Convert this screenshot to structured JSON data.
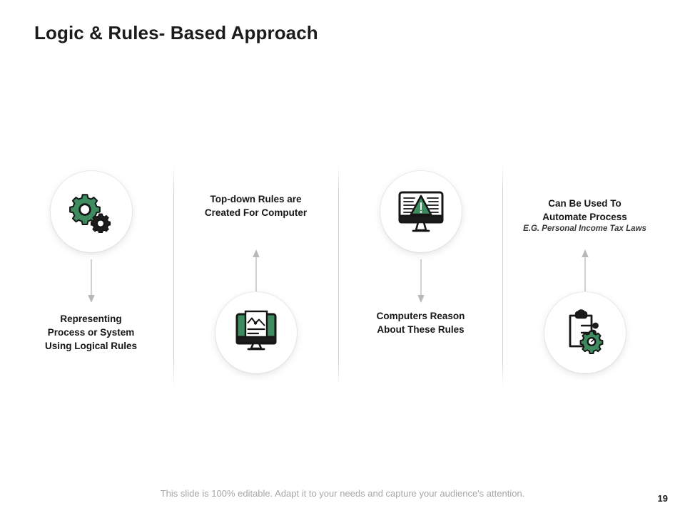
{
  "slide": {
    "title": "Logic & Rules- Based Approach",
    "page_number": "19",
    "footer_note": "This slide is 100% editable. Adapt it to your needs and capture your audience's attention.",
    "accent_color": "#3d8b5f",
    "dark_color": "#1b1b1b",
    "footer_color": "#a6a6a6"
  },
  "columns": [
    {
      "id": "col-1",
      "icon": "gears-icon",
      "icon_position": "top",
      "arrow": "arrow-down-icon",
      "caption": "Representing\nProcess or System\nUsing Logical Rules",
      "caption_line1": "Representing",
      "caption_line2": "Process or System",
      "caption_line3": "Using Logical Rules",
      "subcaption": ""
    },
    {
      "id": "col-2",
      "icon": "monitor-chart-icon",
      "icon_position": "bottom",
      "arrow": "arrow-up-icon",
      "caption": "Top-down Rules are\nCreated For Computer",
      "caption_line1": "Top-down Rules are",
      "caption_line2": "Created For Computer",
      "caption_line3": "",
      "subcaption": ""
    },
    {
      "id": "col-3",
      "icon": "monitor-warning-icon",
      "icon_position": "top",
      "arrow": "arrow-down-icon",
      "caption": "Computers Reason\nAbout These Rules",
      "caption_line1": "Computers Reason",
      "caption_line2": "About These Rules",
      "caption_line3": "",
      "subcaption": ""
    },
    {
      "id": "col-4",
      "icon": "clipboard-gear-icon",
      "icon_position": "bottom",
      "arrow": "arrow-up-icon",
      "caption": "Can Be Used To\nAutomate Process",
      "caption_line1": "Can Be Used To",
      "caption_line2": "Automate Process",
      "caption_line3": "",
      "subcaption": "E.G. Personal Income Tax Laws"
    }
  ]
}
